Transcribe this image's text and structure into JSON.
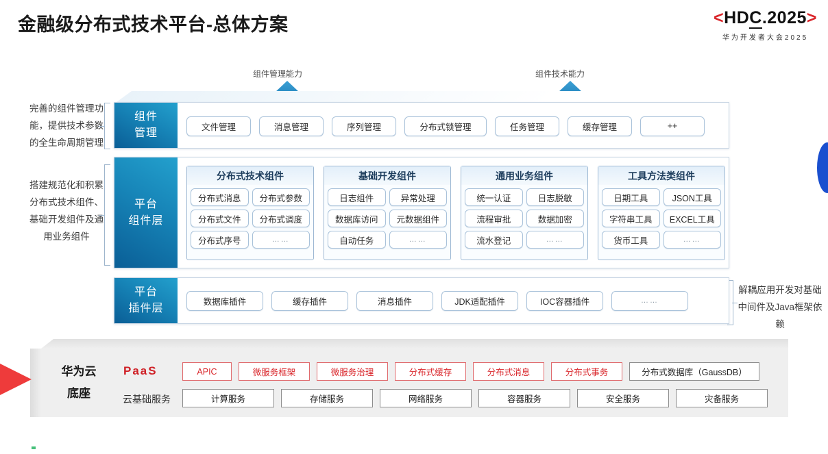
{
  "header": {
    "title": "金融级分布式技术平台-总体方案",
    "logo": {
      "left_bracket": "<",
      "main": "HDC.2025",
      "hdc": "HD",
      "hdc_underlined": "C",
      "hdc_rest": ".2025",
      "right_bracket": ">",
      "subtitle": "华为开发者大会2025"
    }
  },
  "callouts": {
    "arrow_left_label": "组件管理能力",
    "arrow_right_label": "组件技术能力"
  },
  "side_notes": {
    "left_top": "完善的组件管理功能，提供技术参数的全生命周期管理",
    "left_bottom": "搭建规范化和积累分布式技术组件、基础开发组件及通用业务组件",
    "right": "解耦应用开发对基础中间件及Java框架依赖"
  },
  "layers": {
    "component_management": {
      "label_line1": "组件",
      "label_line2": "管理",
      "items": [
        "文件管理",
        "消息管理",
        "序列管理",
        "分布式锁管理",
        "任务管理",
        "缓存管理",
        "++"
      ]
    },
    "platform_component": {
      "label_line1": "平台",
      "label_line2": "组件层",
      "groups": [
        {
          "title": "分布式技术组件",
          "items": [
            "分布式消息",
            "分布式参数",
            "分布式文件",
            "分布式调度",
            "分布式序号",
            "……"
          ]
        },
        {
          "title": "基础开发组件",
          "items": [
            "日志组件",
            "异常处理",
            "数据库访问",
            "元数据组件",
            "自动任务",
            "……"
          ]
        },
        {
          "title": "通用业务组件",
          "items": [
            "统一认证",
            "日志脱敏",
            "流程审批",
            "数据加密",
            "流水登记",
            "……"
          ]
        },
        {
          "title": "工具方法类组件",
          "items": [
            "日期工具",
            "JSON工具",
            "字符串工具",
            "EXCEL工具",
            "货币工具",
            "……"
          ]
        }
      ]
    },
    "platform_plugin": {
      "label_line1": "平台",
      "label_line2": "插件层",
      "items": [
        "数据库插件",
        "缓存插件",
        "消息插件",
        "JDK适配插件",
        "IOC容器插件",
        "……"
      ]
    }
  },
  "base": {
    "label_line1": "华为云",
    "label_line2": "底座",
    "paas_label": "PaaS",
    "cloud_label": "云基础服务",
    "paas_items": [
      {
        "text": "APIC",
        "style": "red"
      },
      {
        "text": "微服务框架",
        "style": "red"
      },
      {
        "text": "微服务治理",
        "style": "red"
      },
      {
        "text": "分布式缓存",
        "style": "red"
      },
      {
        "text": "分布式消息",
        "style": "red"
      },
      {
        "text": "分布式事务",
        "style": "red"
      },
      {
        "text": "分布式数据库（GaussDB）",
        "style": "gray"
      }
    ],
    "cloud_items": [
      "计算服务",
      "存储服务",
      "网络服务",
      "容器服务",
      "安全服务",
      "灾备服务"
    ]
  },
  "colors": {
    "brand_red": "#d9252a",
    "layer_blue_dark": "#0a5e96",
    "layer_blue_light": "#23a0cd",
    "base_gray": "#efefef",
    "accent_blue": "#1a4fcf"
  }
}
